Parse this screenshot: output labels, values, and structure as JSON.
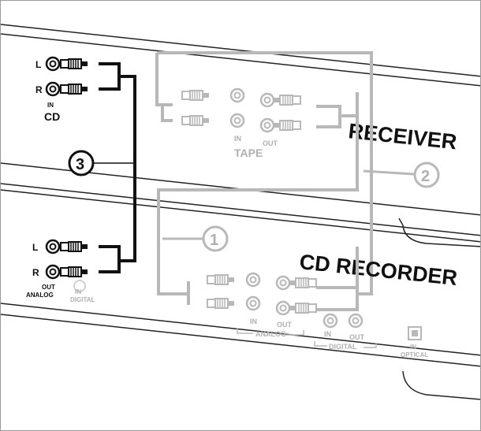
{
  "colors": {
    "cable_dark": "#111111",
    "cable_grey": "#b8b8b8",
    "panel_line": "#222222",
    "grey_text": "#b0b0b0"
  },
  "devices": {
    "receiver": "RECEIVER",
    "recorder": "CD RECORDER"
  },
  "callouts": {
    "one": "1",
    "two": "2",
    "three": "3"
  },
  "cd_in": {
    "left": "L",
    "right": "R",
    "in": "IN",
    "cd": "CD"
  },
  "analog_out": {
    "left": "L",
    "right": "R",
    "out": "OUT",
    "analog": "ANALOG",
    "in": "IN",
    "digital": "DIGITAL"
  },
  "tape": {
    "in": "IN",
    "out": "OUT",
    "tape": "TAPE"
  },
  "recorder_jacks": {
    "in": "IN",
    "out": "OUT",
    "analog": "ANALOG",
    "digital_in": "IN",
    "digital_out": "OUT",
    "digital": "DIGITAL",
    "optical_in": "IN",
    "optical": "OPTICAL"
  }
}
